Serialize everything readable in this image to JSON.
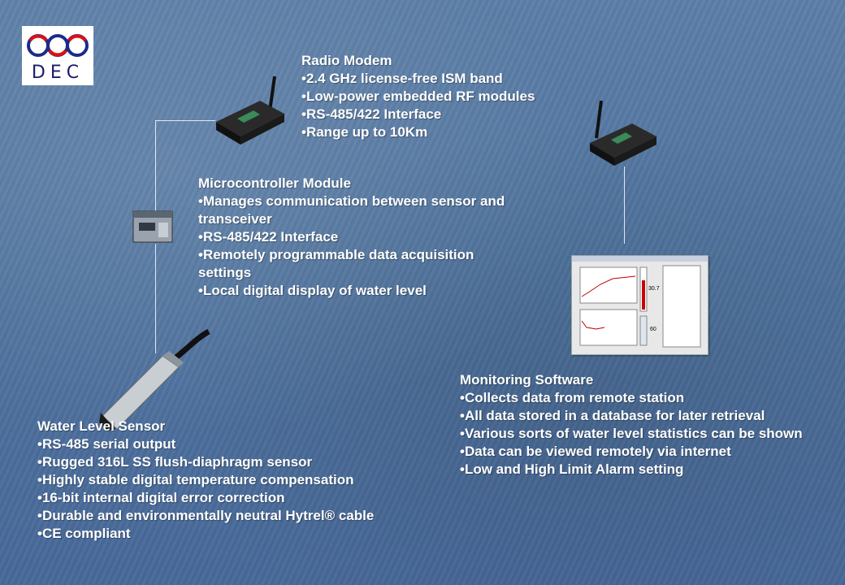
{
  "logo": {
    "text": "DEC"
  },
  "radio_modem": {
    "title": "Radio Modem",
    "items": [
      "•2.4 GHz license-free ISM band",
      "•Low-power embedded RF modules",
      "•RS-485/422 Interface",
      "•Range up to 10Km"
    ]
  },
  "microcontroller": {
    "title": "Microcontroller Module",
    "items": [
      "•Manages communication between sensor and transceiver",
      "•RS-485/422 Interface",
      "•Remotely programmable data acquisition settings",
      "•Local digital display of water level"
    ]
  },
  "monitoring": {
    "title": "Monitoring Software",
    "items": [
      "•Collects data from remote station",
      "•All data stored in a database for later retrieval",
      "•Various sorts of water level statistics can be shown",
      "•Data can be viewed remotely via internet",
      "•Low and High Limit Alarm setting"
    ]
  },
  "sensor": {
    "title": "Water Level Sensor",
    "items": [
      "•RS-485 serial output",
      "•Rugged 316L SS flush-diaphragm sensor",
      "•Highly stable digital temperature compensation",
      "•16-bit internal digital error correction",
      "•Durable and environmentally neutral Hytrel® cable",
      "•CE compliant"
    ]
  },
  "software_screen": {
    "value_top": "30.7",
    "value_bottom": "60"
  }
}
